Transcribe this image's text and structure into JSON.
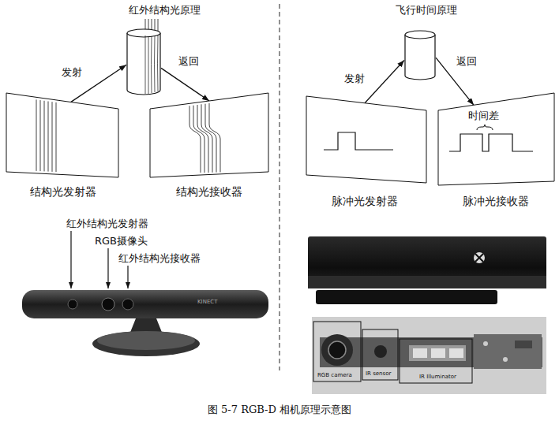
{
  "diagram": {
    "caption": "图 5-7 RGB-D 相机原理示意图",
    "nodes": [
      {
        "text": [
          "红外结构光原理"
        ]
      },
      {
        "text": [
          "结构光发射器"
        ]
      },
      {
        "text": [
          "结构光接收器"
        ]
      },
      {
        "text": [
          "飞行时间原理"
        ]
      },
      {
        "text": [
          "脉冲光发射器"
        ]
      },
      {
        "text": [
          "脉冲光接收器",
          "时间差"
        ]
      }
    ],
    "edges": [
      {
        "from": 1,
        "to": 0,
        "label": "发射",
        "arrow": "to"
      },
      {
        "from": 0,
        "to": 2,
        "label": "返回",
        "arrow": "to"
      },
      {
        "from": 4,
        "to": 3,
        "label": "发射",
        "arrow": "to"
      },
      {
        "from": 3,
        "to": 5,
        "label": "返回",
        "arrow": "to"
      }
    ],
    "labels": [
      "红外结构光发射器",
      "RGB摄像头",
      "红外结构光接收器",
      "KINECT",
      "RGB camera",
      "IR sensor",
      "IR Illuminator"
    ]
  }
}
